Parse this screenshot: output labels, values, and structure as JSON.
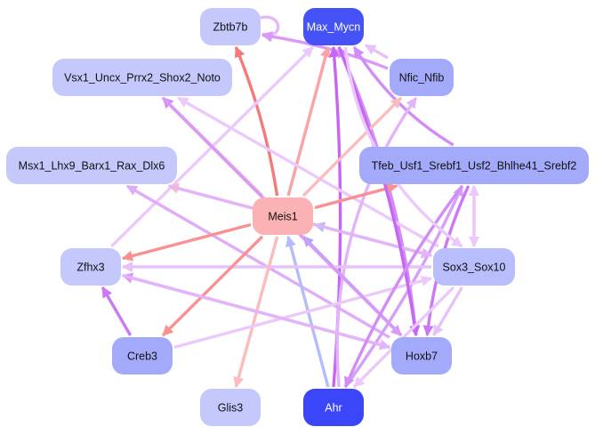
{
  "title": "Transcription factor regulatory network",
  "nodes": [
    {
      "id": "Zbtb7b",
      "label": "Zbtb7b",
      "fill": "#c4c8fb",
      "text": "#111111"
    },
    {
      "id": "Max_Mycn",
      "label": "Max_Mycn",
      "fill": "#4452f6",
      "text": "#ffffff"
    },
    {
      "id": "Vsx1",
      "label": "Vsx1_Uncx_Prrx2_Shox2_Noto",
      "fill": "#c4c8fb",
      "text": "#111111"
    },
    {
      "id": "Nfic_Nfib",
      "label": "Nfic_Nfib",
      "fill": "#a4aafa",
      "text": "#111111"
    },
    {
      "id": "Msx1",
      "label": "Msx1_Lhx9_Barx1_Rax_Dlx6",
      "fill": "#c4c8fb",
      "text": "#111111"
    },
    {
      "id": "Tfeb",
      "label": "Tfeb_Usf1_Srebf1_Usf2_Bhlhe41_Srebf2",
      "fill": "#a4aafa",
      "text": "#111111"
    },
    {
      "id": "Meis1",
      "label": "Meis1",
      "fill": "#fbb2b4",
      "text": "#111111"
    },
    {
      "id": "Zfhx3",
      "label": "Zfhx3",
      "fill": "#c4c8fb",
      "text": "#111111"
    },
    {
      "id": "Sox3_Sox10",
      "label": "Sox3_Sox10",
      "fill": "#b8bdfb",
      "text": "#111111"
    },
    {
      "id": "Creb3",
      "label": "Creb3",
      "fill": "#a4aafa",
      "text": "#111111"
    },
    {
      "id": "Hoxb7",
      "label": "Hoxb7",
      "fill": "#a4aafa",
      "text": "#111111"
    },
    {
      "id": "Glis3",
      "label": "Glis3",
      "fill": "#c4c8fb",
      "text": "#111111"
    },
    {
      "id": "Ahr",
      "label": "Ahr",
      "fill": "#3a46f7",
      "text": "#ffffff"
    }
  ],
  "edges": [
    {
      "from": "Zbtb7b",
      "to": "Zbtb7b",
      "color": "#e4b8fa"
    },
    {
      "from": "Meis1",
      "to": "Zbtb7b",
      "color": "#f47a7c"
    },
    {
      "from": "Nfic_Nfib",
      "to": "Zbtb7b",
      "color": "#d99af7"
    },
    {
      "from": "Meis1",
      "to": "Max_Mycn",
      "color": "#fba3a5"
    },
    {
      "from": "Ahr",
      "to": "Max_Mycn",
      "color": "#c766f5"
    },
    {
      "from": "Hoxb7",
      "to": "Max_Mycn",
      "color": "#d28cf7"
    },
    {
      "from": "Zfhx3",
      "to": "Max_Mycn",
      "color": "#ebc9fb"
    },
    {
      "from": "Nfic_Nfib",
      "to": "Max_Mycn",
      "color": "#e7c2fa"
    },
    {
      "from": "Tfeb",
      "to": "Max_Mycn",
      "color": "#d28cf7"
    },
    {
      "from": "Meis1",
      "to": "Vsx1",
      "color": "#fbb2b4"
    },
    {
      "from": "Hoxb7",
      "to": "Vsx1",
      "color": "#d48df8"
    },
    {
      "from": "Sox3_Sox10",
      "to": "Vsx1",
      "color": "#ebc9fb"
    },
    {
      "from": "Meis1",
      "to": "Nfic_Nfib",
      "color": "#fbbcbd"
    },
    {
      "from": "Ahr",
      "to": "Nfic_Nfib",
      "color": "#e3b4fa"
    },
    {
      "from": "Meis1",
      "to": "Msx1",
      "color": "#fbbcbd"
    },
    {
      "from": "Hoxb7",
      "to": "Msx1",
      "color": "#e0acf9"
    },
    {
      "from": "Meis1",
      "to": "Tfeb",
      "color": "#f99193"
    },
    {
      "from": "Sox3_Sox10",
      "to": "Tfeb",
      "color": "#ebc9fb"
    },
    {
      "from": "Tfeb",
      "to": "Sox3_Sox10",
      "color": "#ebc9fb"
    },
    {
      "from": "Ahr",
      "to": "Tfeb",
      "color": "#d69ff8"
    },
    {
      "from": "Sox3_Sox10",
      "to": "Meis1",
      "color": "#b4bcfb"
    },
    {
      "from": "Hoxb7",
      "to": "Meis1",
      "color": "#a4acfa"
    },
    {
      "from": "Ahr",
      "to": "Meis1",
      "color": "#b4bcfb"
    },
    {
      "from": "Meis1",
      "to": "Zfhx3",
      "color": "#f99193"
    },
    {
      "from": "Sox3_Sox10",
      "to": "Zfhx3",
      "color": "#e7c2fa"
    },
    {
      "from": "Hoxb7",
      "to": "Zfhx3",
      "color": "#d99af7"
    },
    {
      "from": "Creb3",
      "to": "Zfhx3",
      "color": "#cc78f6"
    },
    {
      "from": "Meis1",
      "to": "Creb3",
      "color": "#f99193"
    },
    {
      "from": "Meis1",
      "to": "Glis3",
      "color": "#fbbcbd"
    },
    {
      "from": "Creb3",
      "to": "Sox3_Sox10",
      "color": "#ebc9fb"
    },
    {
      "from": "Msx1",
      "to": "Sox3_Sox10",
      "color": "#e3b4fa"
    },
    {
      "from": "Zfhx3",
      "to": "Hoxb7",
      "color": "#e3b4fa"
    },
    {
      "from": "Vsx1",
      "to": "Hoxb7",
      "color": "#d99af7"
    },
    {
      "from": "Max_Mycn",
      "to": "Hoxb7",
      "color": "#c766f5"
    },
    {
      "from": "Tfeb",
      "to": "Hoxb7",
      "color": "#cc78f6"
    },
    {
      "from": "Sox3_Sox10",
      "to": "Hoxb7",
      "color": "#e7c2fa"
    },
    {
      "from": "Tfeb",
      "to": "Ahr",
      "color": "#d28cf7"
    },
    {
      "from": "Sox3_Sox10",
      "to": "Ahr",
      "color": "#ebc9fb"
    },
    {
      "from": "Max_Mycn",
      "to": "Sox3_Sox10",
      "color": "#ebc9fb"
    }
  ]
}
